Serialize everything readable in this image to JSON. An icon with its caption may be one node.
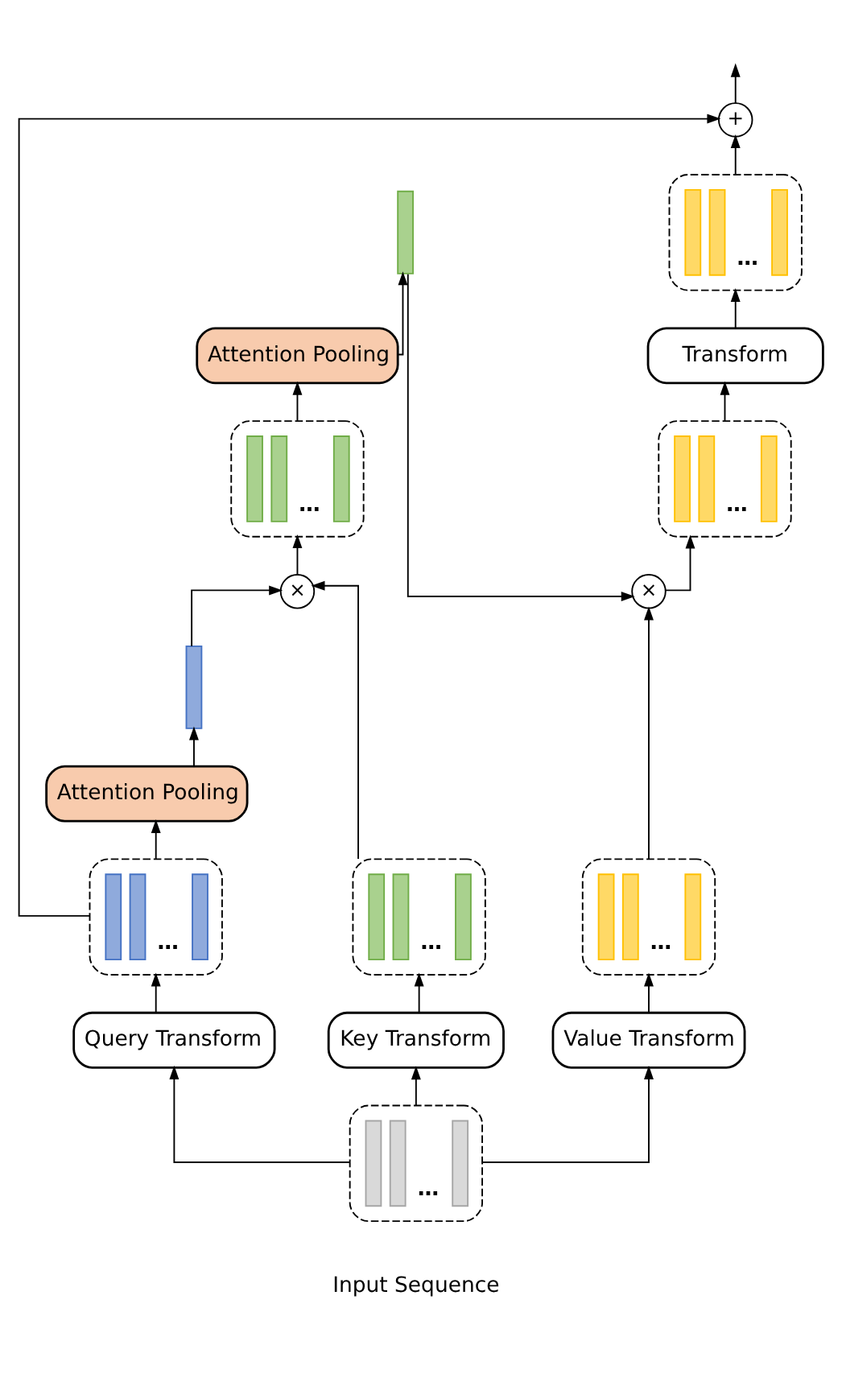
{
  "diagram": {
    "nodes": [
      {
        "text": [
          "…"
        ],
        "beside": [
          "Input Sequence"
        ]
      },
      {
        "text": [
          "Query Transform"
        ]
      },
      {
        "text": [
          "Key Transform"
        ]
      },
      {
        "text": [
          "Value Transform"
        ]
      },
      {
        "text": [
          "…"
        ]
      },
      {
        "text": [
          "…"
        ]
      },
      {
        "text": [
          "…"
        ]
      },
      {
        "text": [
          "Attention Pooling"
        ]
      },
      {
        "text": [],
        "shape": "bar"
      },
      {
        "text": [
          "×"
        ]
      },
      {
        "text": [
          "…"
        ]
      },
      {
        "text": [
          "Attention Pooling"
        ]
      },
      {
        "text": [],
        "shape": "bar"
      },
      {
        "text": [
          "×"
        ]
      },
      {
        "text": [
          "…"
        ]
      },
      {
        "text": [
          "Transform"
        ]
      },
      {
        "text": [
          "…"
        ]
      },
      {
        "text": [
          "+"
        ]
      }
    ],
    "edges": [
      {
        "from": 0,
        "to": 1,
        "arrow": "to"
      },
      {
        "from": 0,
        "to": 2,
        "arrow": "to"
      },
      {
        "from": 0,
        "to": 3,
        "arrow": "to"
      },
      {
        "from": 1,
        "to": 4,
        "arrow": "to"
      },
      {
        "from": 2,
        "to": 5,
        "arrow": "to"
      },
      {
        "from": 3,
        "to": 6,
        "arrow": "to"
      },
      {
        "from": 4,
        "to": 7,
        "arrow": "to"
      },
      {
        "from": 7,
        "to": 8,
        "arrow": "to"
      },
      {
        "from": 8,
        "to": 9,
        "arrow": "to"
      },
      {
        "from": 5,
        "to": 9,
        "arrow": "to"
      },
      {
        "from": 9,
        "to": 10,
        "arrow": "to"
      },
      {
        "from": 10,
        "to": 11,
        "arrow": "to"
      },
      {
        "from": 11,
        "to": 12,
        "arrow": "to"
      },
      {
        "from": 12,
        "to": 13,
        "arrow": "to"
      },
      {
        "from": 6,
        "to": 13,
        "arrow": "to"
      },
      {
        "from": 13,
        "to": 14,
        "arrow": "to"
      },
      {
        "from": 14,
        "to": 15,
        "arrow": "to"
      },
      {
        "from": 15,
        "to": 16,
        "arrow": "to"
      },
      {
        "from": 16,
        "to": 17,
        "arrow": "to"
      },
      {
        "from": 4,
        "to": 17,
        "arrow": "to"
      },
      {
        "from": 17,
        "to": null,
        "arrow": "to"
      }
    ]
  }
}
